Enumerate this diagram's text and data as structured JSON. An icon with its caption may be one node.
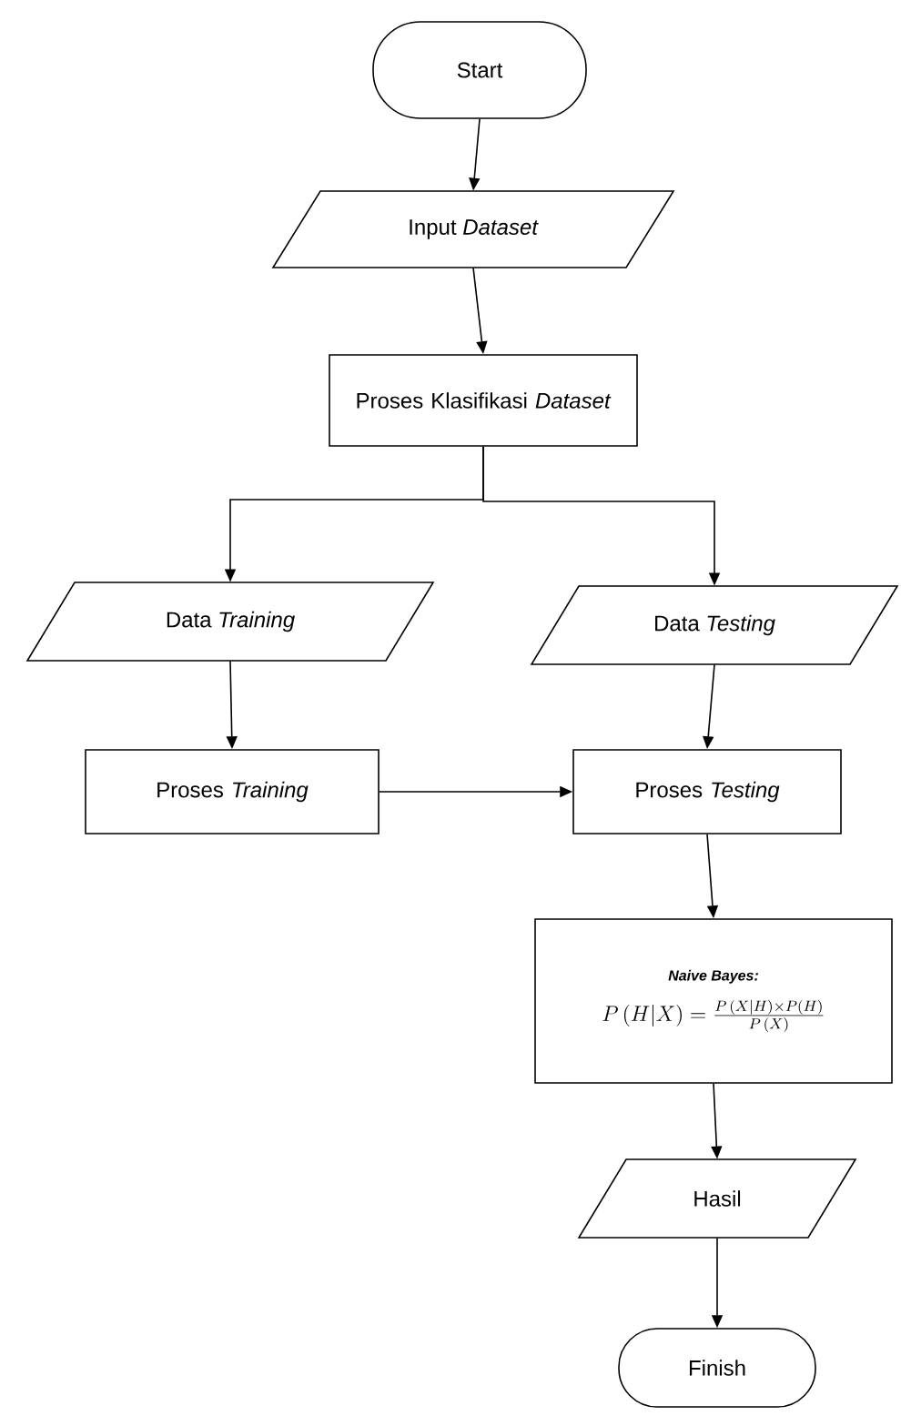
{
  "diagram": {
    "nodes": [
      {
        "text": [
          "Start"
        ]
      },
      {
        "text": [
          "Input *Dataset*"
        ]
      },
      {
        "text": [
          "Proses Klasifikasi *Dataset*"
        ]
      },
      {
        "text": [
          "Data *Training*"
        ]
      },
      {
        "text": [
          "Data *Testing*"
        ]
      },
      {
        "text": [
          "Proses *Training*"
        ]
      },
      {
        "text": [
          "Proses *Testing*"
        ]
      },
      {
        "text": [
          "Naive Bayes:",
          "P\\,(H|X) = \\frac{P\\,(X|H) \\times P(H)}{P\\,(X)}"
        ]
      },
      {
        "text": [
          "Hasil"
        ]
      },
      {
        "text": [
          "Finish"
        ]
      }
    ],
    "edges": [
      {
        "from": 0,
        "to": 1,
        "arrow": "to"
      },
      {
        "from": 1,
        "to": 2,
        "arrow": "to"
      },
      {
        "from": 2,
        "to": 3,
        "arrow": "to"
      },
      {
        "from": 2,
        "to": 4,
        "arrow": "to"
      },
      {
        "from": 3,
        "to": 5,
        "arrow": "to"
      },
      {
        "from": 4,
        "to": 6,
        "arrow": "to"
      },
      {
        "from": 5,
        "to": 6,
        "arrow": "to"
      },
      {
        "from": 6,
        "to": 7,
        "arrow": "to"
      },
      {
        "from": 7,
        "to": 8,
        "arrow": "to"
      },
      {
        "from": 8,
        "to": 9,
        "arrow": "to"
      }
    ]
  }
}
